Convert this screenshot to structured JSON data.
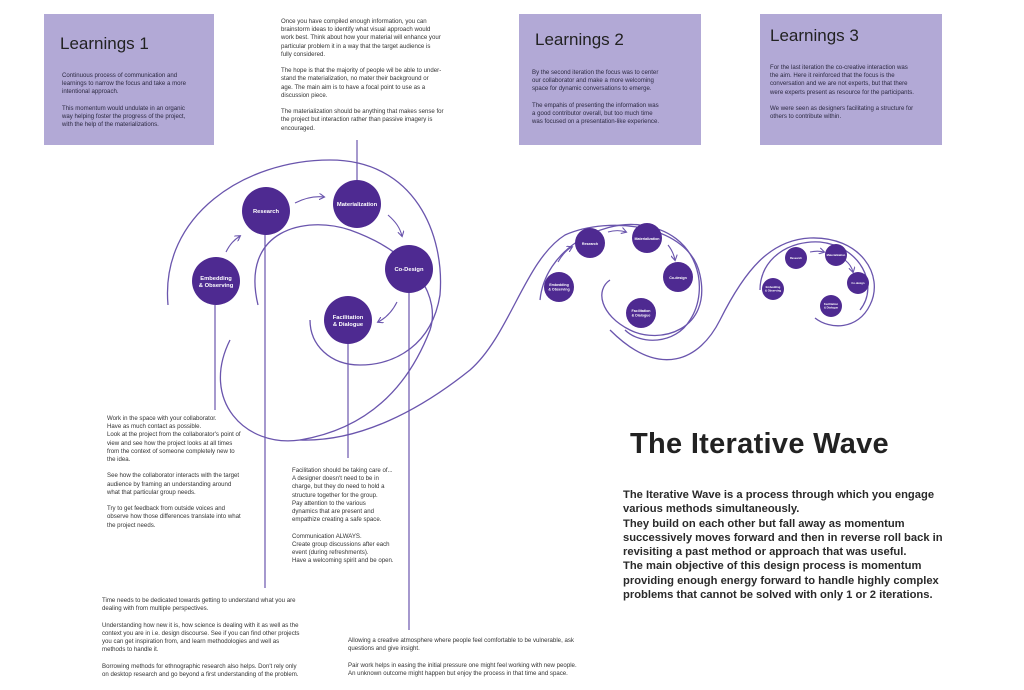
{
  "learnings": [
    {
      "title": "Learnings 1",
      "text": "Continuous process of communication and\nlearnings to narrow the focus and take a more\nintentional approach.\n\nThis momentum would undulate in an organic\nway helping foster the progress of the project,\nwith the help of the materializations."
    },
    {
      "title": "Learnings  2",
      "text": "By the second iteration the focus was to center\nour collaborator and make a more welcoming\nspace for dynamic conversations to emerge.\n\nThe empahis of presenting the information was\na good contributor overall, but too much time\nwas focused on a presentation-like experience."
    },
    {
      "title": "Learnings 3",
      "text": "For the last iteration the co-creative interaction was\nthe aim. Here it reinforced that the focus is the\nconversation and we are not experts, but that there\nwere experts present as resource for the participants.\n\nWe were seen as designers facilitating a structure for\nothers to contribute within."
    }
  ],
  "notes": {
    "materialization": "Once you have compiled enough information, you can\nbrainstorm ideas to identify what visual approach would\nwork best. Think about how your material will enhance your\nparticular problem it in a way that the target audience is\nfully considered.\n\nThe hope is that the majority of people wil be able to under-\nstand the materialization, no mater their background or\nage.  The main aim is to have a focal point  to use as a\ndiscussion piece.\n\nThe materialization should be anything that makes sense for\nthe project but interaction rather than passive imagery is\nencouraged.",
    "embedding": "Work in the space with your collaborator.\nHave as much contact as possible.\nLook at the project from the collaborator's point of\nview and see how the project looks at all times\nfrom the context of someone completely new to\nthe idea.\n\nSee how the collaborator interacts with the target\naudience by framing an understanding around\nwhat that particular group needs.\n\nTry to get feedback from outside voices and\nobserve how those differences translate into what\nthe project needs.",
    "facilitation": "Facilitation should be taking care of...\nA designer doesn't need to be in\ncharge,  but they do need to hold a\nstructure together for the group.\nPay attention to the various\ndynamics that are present and\nempathize creating a safe space.\n\nCommunication ALWAYS.\nCreate group discussions after each\nevent (during refreshments).\nHave a welcoming spirit and be open.",
    "research": "Time needs to be dedicated towards getting to understand what you are\ndealing with from multiple perspectives.\n\nUnderstanding how new it is, how science is dealing with it as well as the\ncontext you are in i.e. design discourse. See if you can find other projects\nyou can get inspiration from, and learn methodologies and well as\nmethods to handle it.\n\nBorrowing methods for ethnographic research also helps. Don't rely only\non desktop research and go beyond a first understanding of the problem.",
    "codesign": "Allowing a creative atmosphere where people feel comfortable to be vulnerable, ask\nquestions and give insight.\n\nPair work helps in easing the initial pressure one might feel working with new people.\nAn unknown outcome might happen but enjoy the process in that time and space."
  },
  "nodes_large": [
    "Embedding\n& Observing",
    "Research",
    "Materialization",
    "Co-Design",
    "Facilitation\n& Dialogue"
  ],
  "nodes_medium": [
    "Embedding\n& Observing",
    "Research",
    "Materialization",
    "Co-design",
    "Facilitation\n& Dialogue"
  ],
  "nodes_small": [
    "Embedding\n& Observing",
    "Research",
    "Materialization",
    "Co-design",
    "Facilitation\n& Dialogue"
  ],
  "title": "The Iterative Wave",
  "description": "The Iterative Wave is a process through which you engage\nvarious methods simultaneously.\nThey build on each other but fall away as momentum\nsuccessively moves forward and then in reverse roll back in\nrevisiting a past method or approach that was useful.\nThe main objective of this design process is momentum\nproviding enough energy forward to handle highly complex\nproblems that cannot be solved with only 1 or 2 iterations.",
  "colors": {
    "accent": "#4e2a91",
    "box": "#b2a9d6",
    "line": "#6a55ad"
  }
}
